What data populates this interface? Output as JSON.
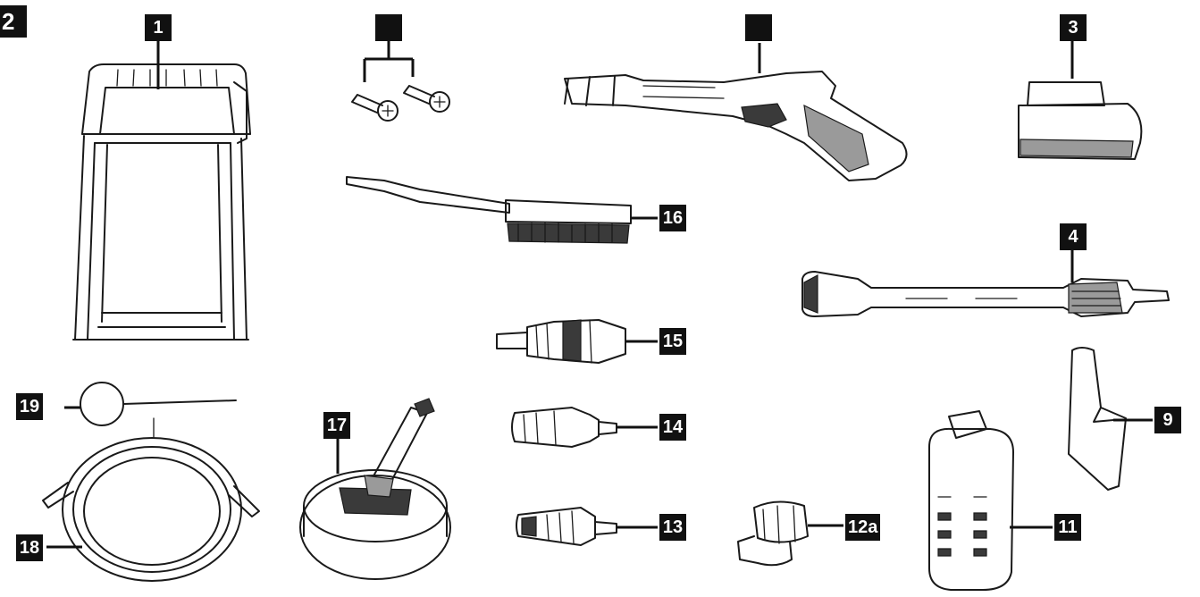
{
  "figure_number": "2",
  "labels": {
    "p1": "1",
    "p3": "3",
    "p4": "4",
    "p9": "9",
    "p11": "11",
    "p12a": "12a",
    "p13": "13",
    "p14": "14",
    "p15": "15",
    "p16": "16",
    "p17": "17",
    "p18": "18",
    "p19": "19",
    "screws": "",
    "gun": ""
  }
}
